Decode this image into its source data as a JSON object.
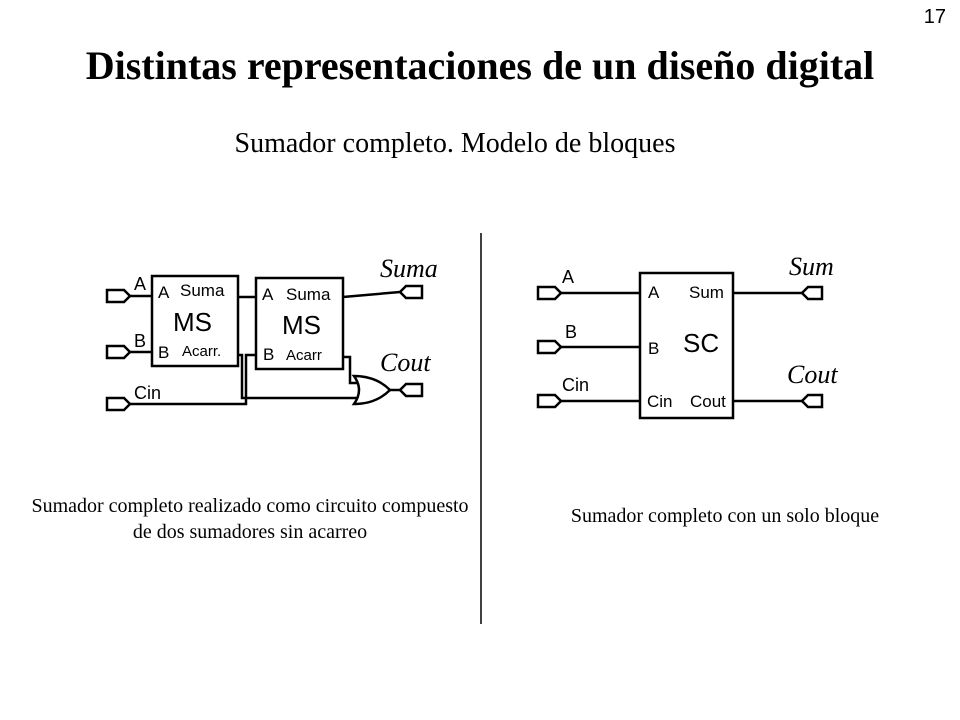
{
  "page_number": "17",
  "title": "Distintas representaciones de un diseño digital",
  "subtitle": "Sumador completo. Modelo de bloques",
  "left_diagram": {
    "input_a": "A",
    "input_b": "B",
    "input_cin": "Cin",
    "output_sum": "Suma",
    "output_cout": "Cout",
    "block1": {
      "name": "MS",
      "pin_a": "A",
      "pin_b": "B",
      "pin_sum": "Suma",
      "pin_carry": "Acarr."
    },
    "block2": {
      "name": "MS",
      "pin_a": "A",
      "pin_b": "B",
      "pin_sum": "Suma",
      "pin_carry": "Acarr"
    }
  },
  "right_diagram": {
    "input_a": "A",
    "input_b": "B",
    "input_cin": "Cin",
    "output_sum": "Sum",
    "output_cout": "Cout",
    "block": {
      "name": "SC",
      "pin_a": "A",
      "pin_b": "B",
      "pin_cin": "Cin",
      "pin_sum": "Sum",
      "pin_cout": "Cout"
    }
  },
  "caption_left": "Sumador completo realizado como circuito compuesto de dos sumadores sin acarreo",
  "caption_right": "Sumador completo con un solo bloque"
}
